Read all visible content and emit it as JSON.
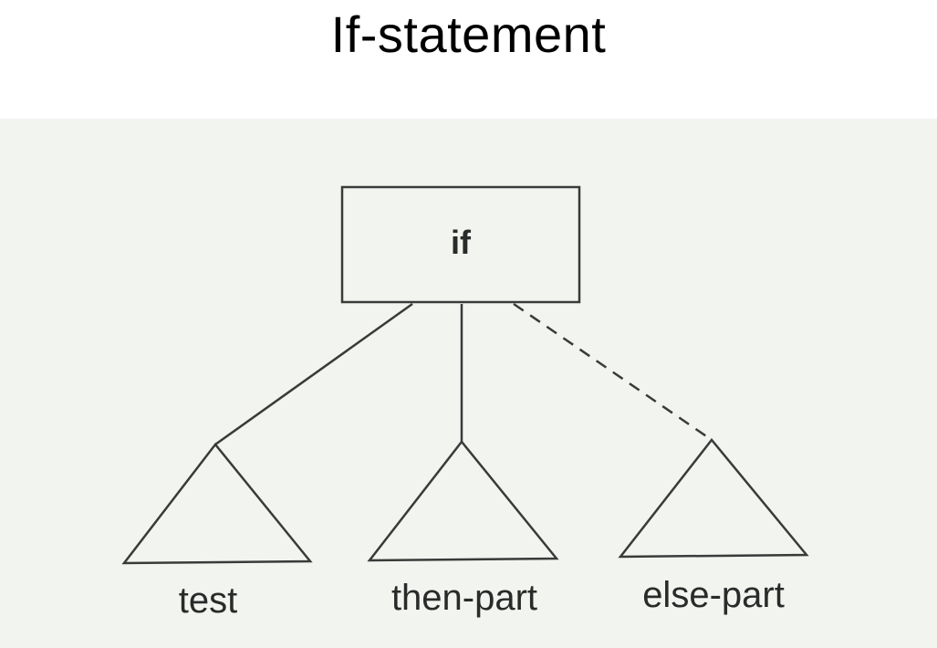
{
  "title": "If-statement",
  "diagram": {
    "root": {
      "label": "if"
    },
    "children": [
      {
        "label": "test",
        "edge": "solid"
      },
      {
        "label": "then-part",
        "edge": "solid"
      },
      {
        "label": "else-part",
        "edge": "dashed"
      }
    ]
  }
}
